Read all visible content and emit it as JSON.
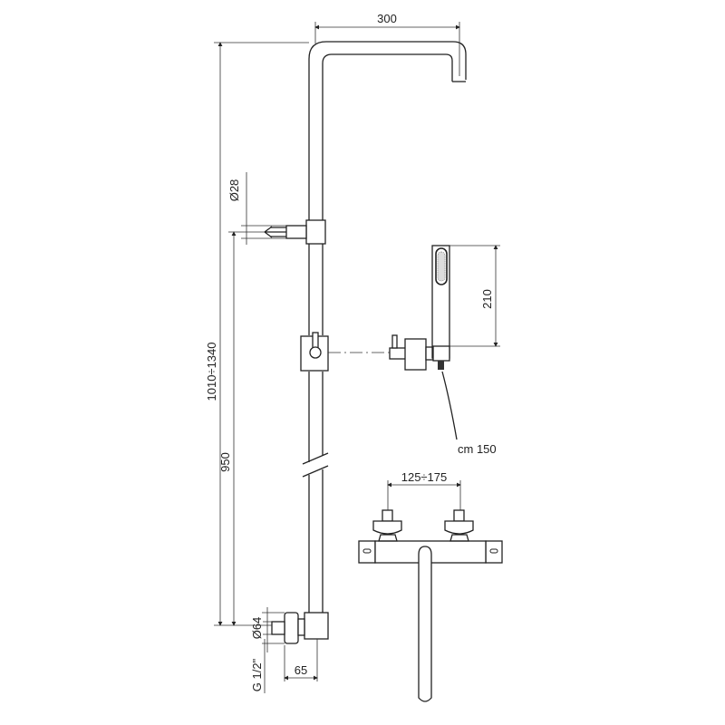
{
  "dimensions": {
    "top_width": "300",
    "total_height": "1010÷1340",
    "bracket_diameter": "Ø28",
    "bracket_height": "950",
    "hand_shower_length": "210",
    "hose_length": "cm 150",
    "valve_spacing": "125÷175",
    "flange_diameter": "Ø64",
    "thread": "G 1/2\"",
    "wall_offset": "65"
  }
}
